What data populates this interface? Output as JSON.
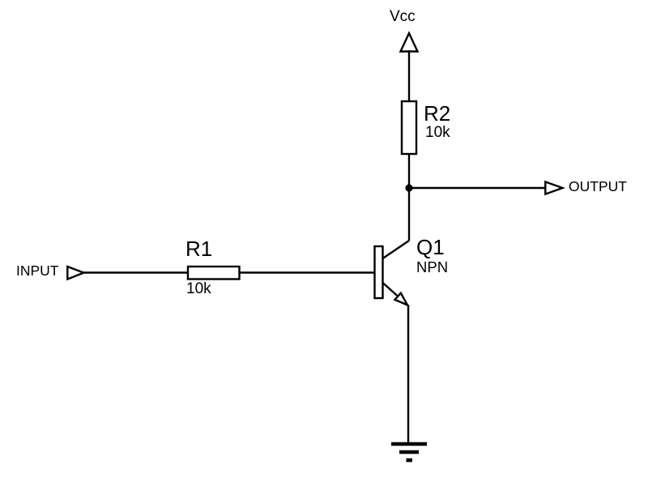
{
  "colors": {
    "line": "#000000",
    "text": "#000000",
    "background": "#ffffff"
  },
  "schematic": {
    "power_rail": {
      "label": "Vcc"
    },
    "resistors": [
      {
        "name": "R1",
        "value": "10k"
      },
      {
        "name": "R2",
        "value": "10k"
      }
    ],
    "transistor": {
      "name": "Q1",
      "type": "NPN"
    },
    "ports": {
      "input_label": "INPUT",
      "output_label": "OUTPUT"
    }
  }
}
